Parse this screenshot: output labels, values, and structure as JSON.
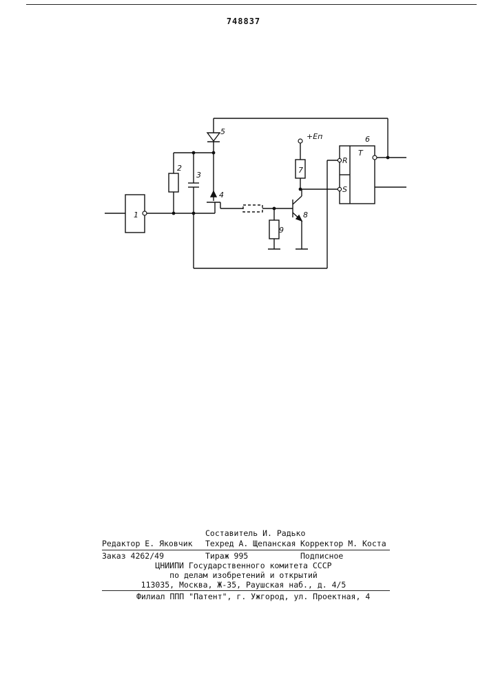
{
  "document": {
    "patent_number": "748837"
  },
  "diagram": {
    "components": [
      {
        "id": "1",
        "label": "1"
      },
      {
        "id": "2",
        "label": "2"
      },
      {
        "id": "3",
        "label": "3"
      },
      {
        "id": "4",
        "label": "4"
      },
      {
        "id": "5",
        "label": "5"
      },
      {
        "id": "6",
        "label": "6"
      },
      {
        "id": "7",
        "label": "7"
      },
      {
        "id": "8",
        "label": "8"
      },
      {
        "id": "9",
        "label": "9"
      }
    ],
    "supply_label": "+Eп",
    "trigger": {
      "type_label": "T",
      "input_r": "R",
      "input_s": "S"
    }
  },
  "imprint": {
    "compiler": "Составитель И. Радько",
    "editor": "Редактор Е. Яковчик",
    "techred": "Техред А. Щепанская",
    "corrector": "Корректор М. Коста",
    "order": "Заказ 4262/49",
    "circulation": "Тираж 995",
    "subscription": "Подписное",
    "org_line1": "ЦНИИПИ Государственного комитета СССР",
    "org_line2": "по делам изобретений и открытий",
    "address": "113035, Москва, Ж-35, Раушская наб., д. 4/5",
    "branch": "Филиал ППП \"Патент\", г. Ужгород, ул. Проектная, 4"
  }
}
